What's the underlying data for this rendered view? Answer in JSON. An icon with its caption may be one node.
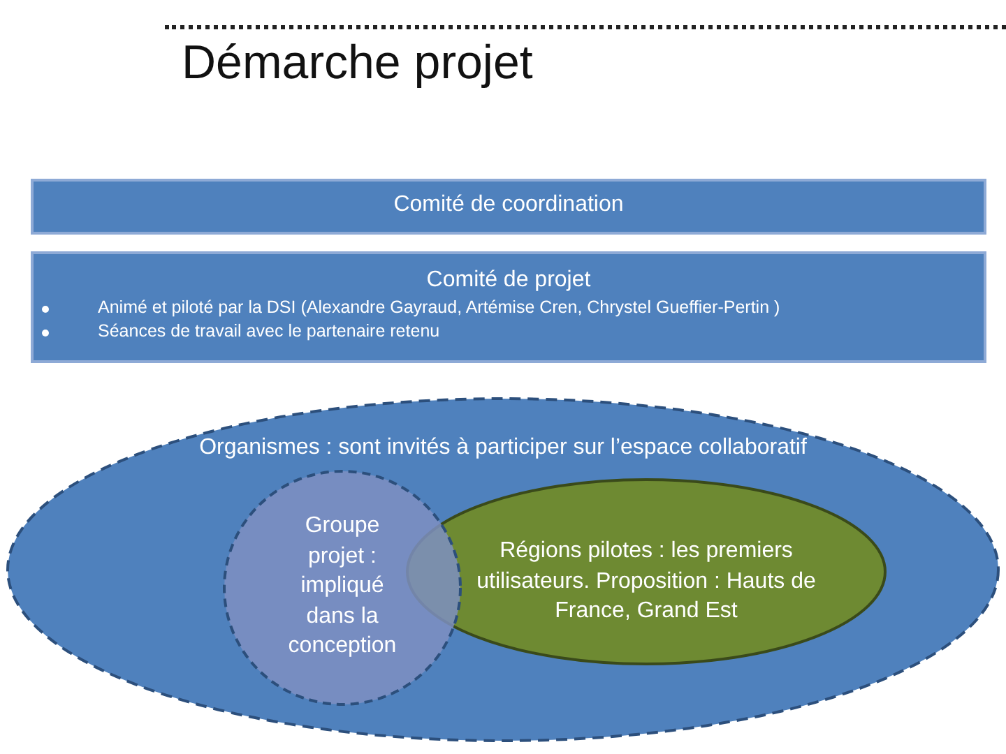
{
  "diagram": {
    "title": "Démarche projet",
    "nodes": [
      {
        "text": [
          "Comité de coordination"
        ]
      },
      {
        "text": [
          "Comité de projet",
          "Animé et piloté par la DSI (Alexandre Gayraud, Artémise Cren,  Chrystel Gueffier-Pertin )",
          "Séances de travail avec le partenaire retenu"
        ]
      },
      {
        "text": [
          "Organismes : sont invités à participer sur l’espace collaboratif"
        ]
      },
      {
        "text": [
          "Groupe projet : impliqué dans la conception"
        ],
        "in": 2
      },
      {
        "text": [
          "Régions pilotes : les premiers utilisateurs. Proposition : Hauts de France, Grand Est"
        ],
        "in": 2
      }
    ],
    "edges": []
  }
}
